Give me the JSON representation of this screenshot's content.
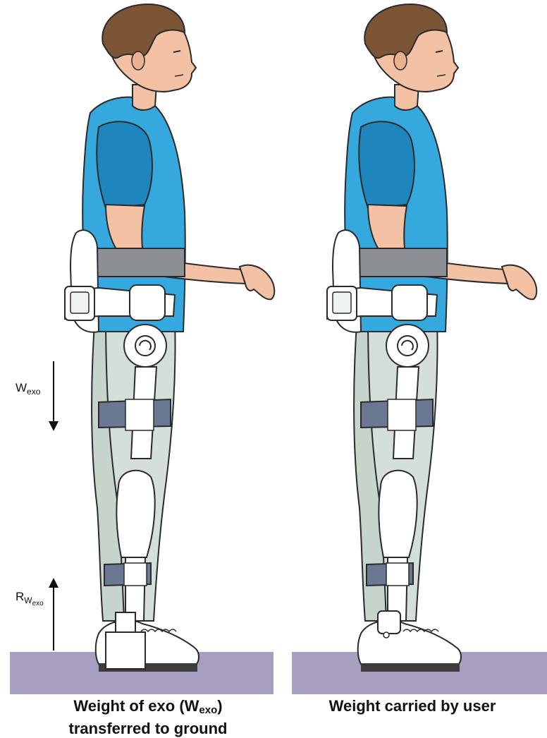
{
  "colors": {
    "ground": "#a79ec0",
    "shirt": "#35a8de",
    "shirt_shadow": "#1f86bd",
    "skin": "#f3c1a3",
    "hair": "#7b5535",
    "pants": "#d3dfd8",
    "exo_white": "#ffffff",
    "strap": "#6b7893",
    "outline": "#2a2a2a"
  },
  "labels": {
    "w_symbol": "W",
    "w_subscript": "exo",
    "r_symbol": "R",
    "r_sub_symbol": "W",
    "r_sub_subscript": "exo"
  },
  "captions": {
    "left_prefix": "Weight of exo (W",
    "left_subscript": "exo",
    "left_suffix": ")",
    "left_line2": "transferred to ground",
    "right": "Weight carried by user"
  },
  "arrows": [
    {
      "name": "W_exo",
      "direction": "down",
      "meaning": "weight of exoskeleton"
    },
    {
      "name": "R_W_exo",
      "direction": "up",
      "meaning": "ground reaction to exoskeleton weight"
    }
  ]
}
